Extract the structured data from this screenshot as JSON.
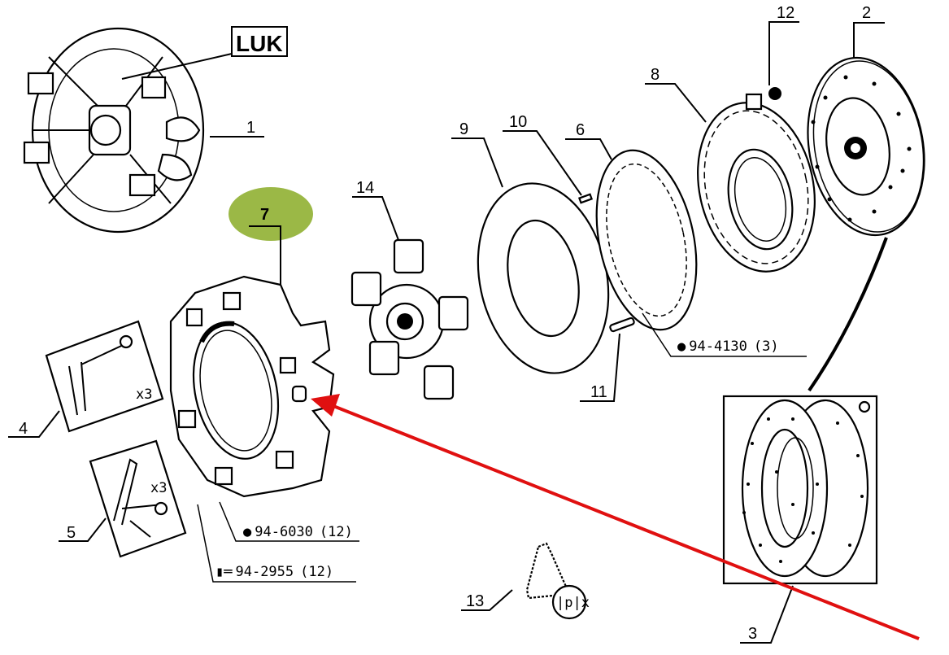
{
  "diagram": {
    "title": "Clutch assembly exploded parts diagram",
    "brand_label": "LUK",
    "highlight": {
      "part": "7",
      "color": "#9bb846"
    },
    "annotation_arrow": {
      "color": "#e01010",
      "points_to_part": "7"
    },
    "callouts": [
      {
        "id": "1",
        "label": "1"
      },
      {
        "id": "2",
        "label": "2"
      },
      {
        "id": "3",
        "label": "3"
      },
      {
        "id": "4",
        "label": "4"
      },
      {
        "id": "5",
        "label": "5"
      },
      {
        "id": "6",
        "label": "6"
      },
      {
        "id": "7",
        "label": "7"
      },
      {
        "id": "8",
        "label": "8"
      },
      {
        "id": "9",
        "label": "9"
      },
      {
        "id": "10",
        "label": "10"
      },
      {
        "id": "11",
        "label": "11"
      },
      {
        "id": "12",
        "label": "12"
      },
      {
        "id": "13",
        "label": "13"
      },
      {
        "id": "14",
        "label": "14"
      }
    ],
    "references": [
      {
        "symbol": "●",
        "code": "94-4130",
        "qty": "(3)"
      },
      {
        "symbol": "●",
        "code": "94-6030",
        "qty": "(12)"
      },
      {
        "symbol": "▮═",
        "code": "94-2955",
        "qty": "(12)"
      }
    ],
    "multipliers": {
      "part4": "x3",
      "part5": "x3"
    },
    "kit_symbol": "|p|x"
  }
}
